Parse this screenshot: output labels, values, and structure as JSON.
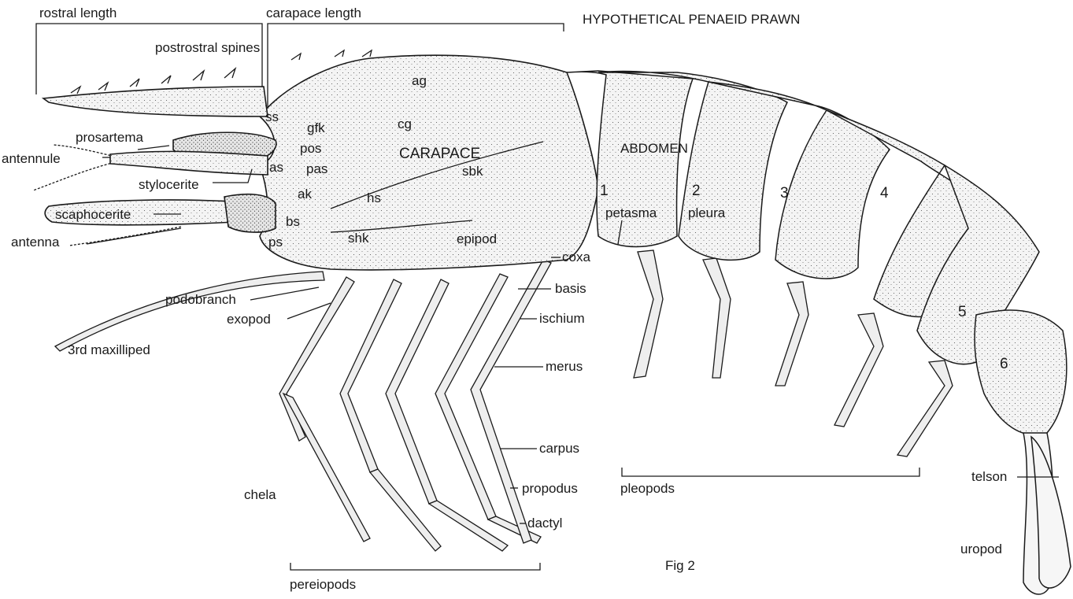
{
  "title": "HYPOTHETICAL PENAEID PRAWN",
  "figure_caption": "Fig 2",
  "regions": {
    "carapace": "CARAPACE",
    "abdomen": "ABDOMEN"
  },
  "measurements": {
    "rostral_length": "rostral length",
    "carapace_length": "carapace length"
  },
  "labels": {
    "postrostral_spines": "postrostral spines",
    "ag": "ag",
    "ss": "ss",
    "gfk": "gfk",
    "cg": "cg",
    "prosartema": "prosartema",
    "pos": "pos",
    "antennule": "antennule",
    "as": "as",
    "pas": "pas",
    "sbk": "sbk",
    "stylocerite": "stylocerite",
    "ak": "ak",
    "hs": "hs",
    "scaphocerite": "scaphocerite",
    "bs": "bs",
    "antenna": "antenna",
    "ps": "ps",
    "shk": "shk",
    "epipod": "epipod",
    "coxa": "coxa",
    "basis": "basis",
    "podobranch": "podobranch",
    "exopod": "exopod",
    "ischium": "ischium",
    "third_maxilliped": "3rd maxilliped",
    "merus": "merus",
    "carpus": "carpus",
    "chela": "chela",
    "propodus": "propodus",
    "dactyl": "dactyl",
    "pereiopods": "pereiopods",
    "petasma": "petasma",
    "pleura": "pleura",
    "pleopods": "pleopods",
    "telson": "telson",
    "uropod": "uropod"
  },
  "segment_numbers": [
    "1",
    "2",
    "3",
    "4",
    "5",
    "6"
  ]
}
